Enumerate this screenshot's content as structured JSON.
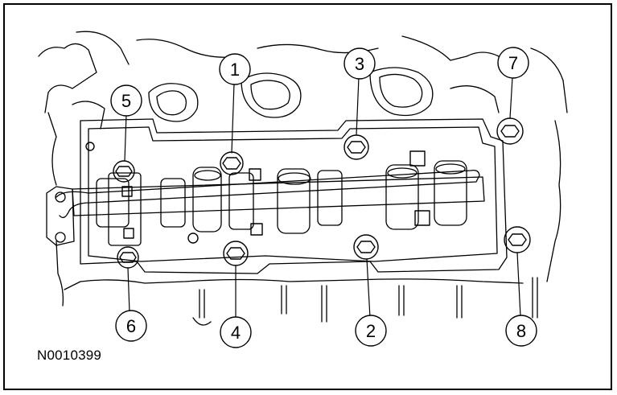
{
  "figure": {
    "id_label": "N0010399"
  },
  "callouts": [
    {
      "label": "1"
    },
    {
      "label": "2"
    },
    {
      "label": "3"
    },
    {
      "label": "4"
    },
    {
      "label": "5"
    },
    {
      "label": "6"
    },
    {
      "label": "7"
    },
    {
      "label": "8"
    }
  ],
  "colors": {
    "line": "#000000",
    "background": "#ffffff"
  }
}
